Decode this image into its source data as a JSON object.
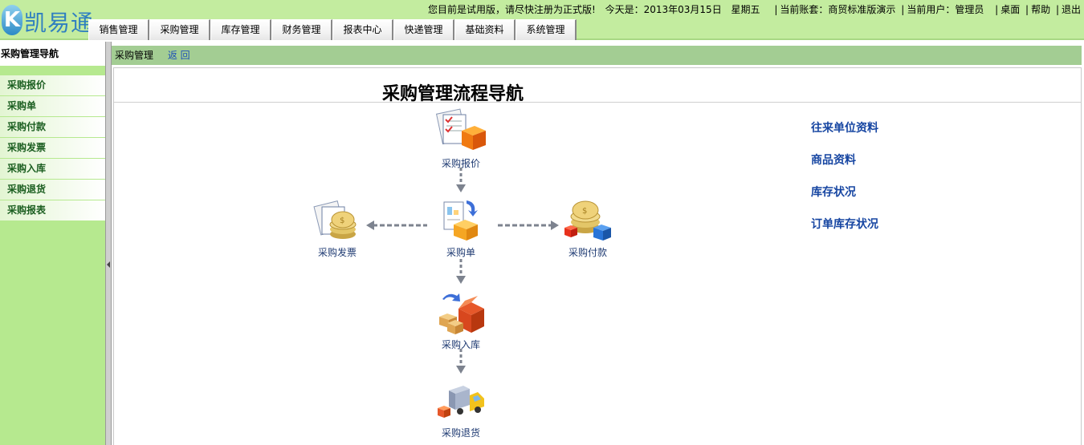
{
  "app": {
    "logo_letter": "K",
    "logo_text": "凯易通"
  },
  "topinfo": {
    "trial_notice": "您目前是试用版，请尽快注册为正式版!",
    "today_label": "今天是：2013年03月15日",
    "weekday": "星期五",
    "account_label": "当前账套：商贸标准版演示",
    "user_label": "当前用户：管理员",
    "links": [
      "桌面",
      "帮助",
      "退出"
    ]
  },
  "menu": {
    "tabs": [
      "销售管理",
      "采购管理",
      "库存管理",
      "财务管理",
      "报表中心",
      "快递管理",
      "基础资料",
      "系统管理"
    ]
  },
  "sidebar": {
    "title": "采购管理导航",
    "items": [
      "采购报价",
      "采购单",
      "采购付款",
      "采购发票",
      "采购入库",
      "采购退货",
      "采购报表"
    ]
  },
  "breadcrumb": {
    "current": "采购管理",
    "back": "返 回"
  },
  "main": {
    "title": "采购管理流程导航",
    "flow": {
      "quote": "采购报价",
      "order": "采购单",
      "invoice": "采购发票",
      "payment": "采购付款",
      "stock_in": "采购入库",
      "return": "采购退货"
    },
    "quick_links": [
      "往来单位资料",
      "商品资料",
      "库存状况",
      "订单库存状况"
    ]
  },
  "colors": {
    "header_bg": "#c3ec9f",
    "sidebar_bg": "#b6e98f",
    "breadcrumb_bg": "#a3cd93",
    "link_blue": "#1746a2",
    "sidebar_text": "#1b5e20"
  },
  "icons": [
    "document-box-icon",
    "clipboard-box-icon",
    "coins-invoice-icon",
    "coins-box-icon",
    "open-box-icon",
    "delivery-truck-icon",
    "dashed-arrow-icon"
  ]
}
